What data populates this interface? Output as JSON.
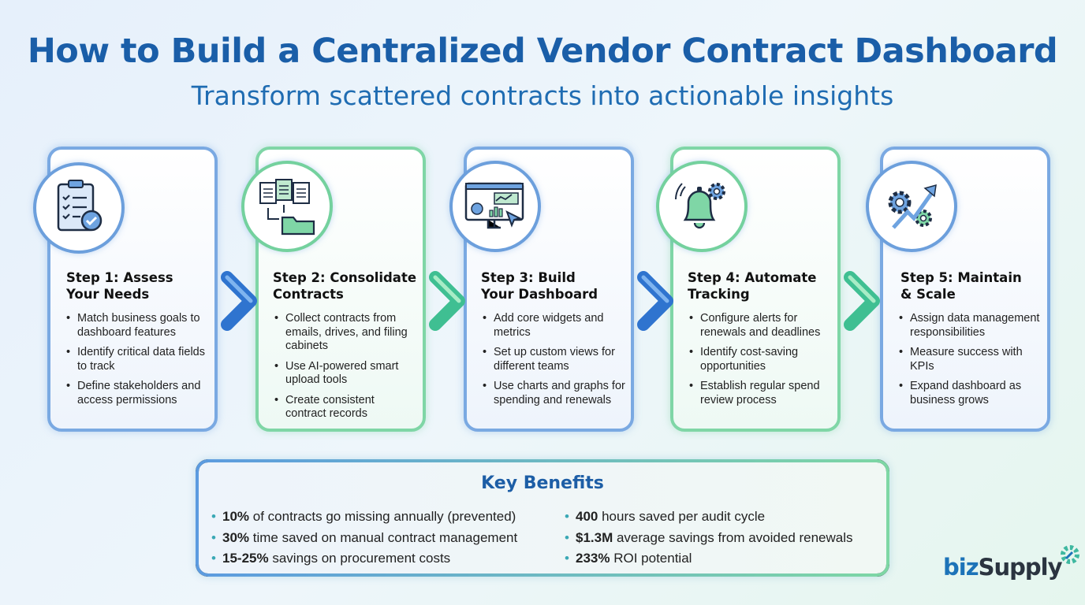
{
  "title": "How to Build a Centralized Vendor Contract Dashboard",
  "subtitle": "Transform scattered contracts into actionable insights",
  "steps": [
    {
      "heading": "Step 1: Assess Your Needs",
      "icon": "clipboard-check-icon",
      "bullets": [
        "Match business goals to dashboard features",
        "Identify critical data fields to track",
        "Define stakeholders and access permissions"
      ]
    },
    {
      "heading": "Step 2: Consolidate Contracts",
      "icon": "documents-folder-icon",
      "bullets": [
        "Collect contracts from emails, drives, and filing cabinets",
        "Use AI-powered smart upload tools",
        "Create consistent contract records"
      ]
    },
    {
      "heading": "Step 3: Build Your Dashboard",
      "icon": "dashboard-monitor-icon",
      "bullets": [
        "Add core widgets and metrics",
        "Set up custom views for different teams",
        "Use charts and graphs for spending and renewals"
      ]
    },
    {
      "heading": "Step 4: Automate Tracking",
      "icon": "bell-gear-icon",
      "bullets": [
        "Configure alerts for renewals and deadlines",
        "Identify cost-saving opportunities",
        "Establish regular spend review process"
      ]
    },
    {
      "heading": "Step 5: Maintain & Scale",
      "icon": "gears-growth-arrow-icon",
      "bullets": [
        "Assign data management responsibilities",
        "Measure success with KPIs",
        "Expand dashboard as business grows"
      ]
    }
  ],
  "benefits": {
    "title": "Key Benefits",
    "items": [
      {
        "bold": "10%",
        "text": " of contracts go missing annually (prevented)"
      },
      {
        "bold": "30%",
        "text": " time saved on manual contract management"
      },
      {
        "bold": "15-25%",
        "text": " savings on procurement costs"
      },
      {
        "bold": "400",
        "text": " hours saved per audit cycle"
      },
      {
        "bold": "$1.3M",
        "text": " average savings from avoided renewals"
      },
      {
        "bold": "233%",
        "text": " ROI potential"
      }
    ]
  },
  "logo": {
    "part1": "biz",
    "part2": "Supply"
  },
  "colors": {
    "blue": "#1a5ea8",
    "green": "#7fd6a6",
    "card_blue": "#7aa9e2"
  }
}
